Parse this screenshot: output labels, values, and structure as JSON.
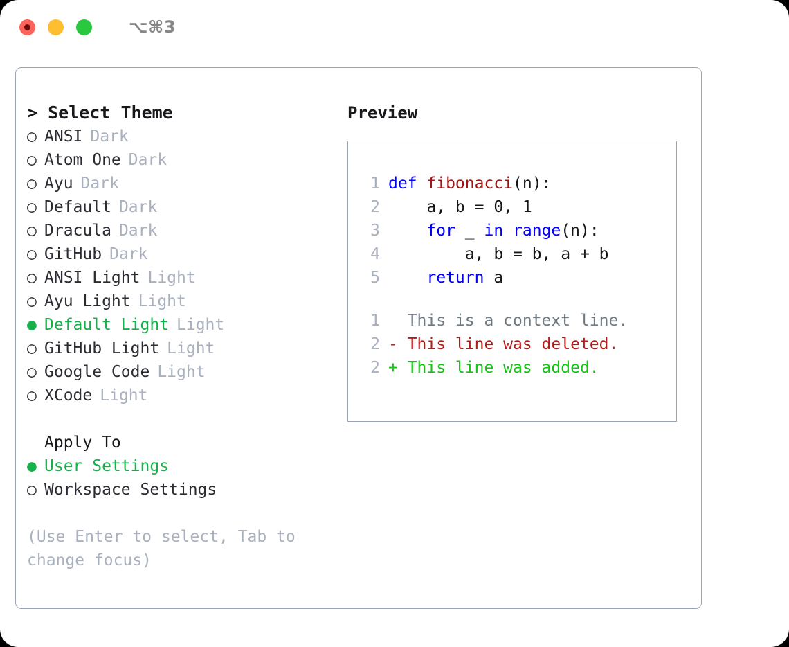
{
  "titlebar": {
    "shortcut": "⌥⌘3",
    "buttons": [
      {
        "name": "close",
        "color": "#ff625a"
      },
      {
        "name": "minimize",
        "color": "#ffbe2f"
      },
      {
        "name": "maximize",
        "color": "#29c83f"
      }
    ]
  },
  "colors": {
    "selected_green": "#16b14b",
    "muted_tag": "#a9b1bf",
    "text": "#2b2b33",
    "border": "#9aa4b3",
    "keyword_blue": "#0000ff",
    "function_red": "#a01616",
    "diff_added": "#14c314",
    "diff_deleted": "#b81919",
    "diff_context": "#707a82"
  },
  "left": {
    "heading": "> Select Theme",
    "themes": [
      {
        "bullet": "○",
        "label": "ANSI",
        "tag": "Dark",
        "selected": false
      },
      {
        "bullet": "○",
        "label": "Atom One",
        "tag": "Dark",
        "selected": false
      },
      {
        "bullet": "○",
        "label": "Ayu",
        "tag": "Dark",
        "selected": false
      },
      {
        "bullet": "○",
        "label": "Default",
        "tag": "Dark",
        "selected": false
      },
      {
        "bullet": "○",
        "label": "Dracula",
        "tag": "Dark",
        "selected": false
      },
      {
        "bullet": "○",
        "label": "GitHub",
        "tag": "Dark",
        "selected": false
      },
      {
        "bullet": "○",
        "label": "ANSI Light",
        "tag": "Light",
        "selected": false
      },
      {
        "bullet": "○",
        "label": "Ayu Light",
        "tag": "Light",
        "selected": false
      },
      {
        "bullet": "●",
        "label": "Default Light",
        "tag": "Light",
        "selected": true
      },
      {
        "bullet": "○",
        "label": "GitHub Light",
        "tag": "Light",
        "selected": false
      },
      {
        "bullet": "○",
        "label": "Google Code",
        "tag": "Light",
        "selected": false
      },
      {
        "bullet": "○",
        "label": "XCode",
        "tag": "Light",
        "selected": false
      }
    ],
    "apply_to": {
      "title": "Apply To",
      "options": [
        {
          "bullet": "●",
          "label": "User Settings",
          "selected": true
        },
        {
          "bullet": "○",
          "label": "Workspace Settings",
          "selected": false
        }
      ]
    },
    "hint": "(Use Enter to select, Tab to change focus)"
  },
  "right": {
    "title": "Preview",
    "code_lines": [
      {
        "lineno": "1",
        "tokens": [
          {
            "text": "def ",
            "type": "kw"
          },
          {
            "text": "fibonacci",
            "type": "fn"
          },
          {
            "text": "(n):",
            "type": "plain"
          }
        ]
      },
      {
        "lineno": "2",
        "tokens": [
          {
            "text": "    a, b = 0, 1",
            "type": "plain"
          }
        ]
      },
      {
        "lineno": "3",
        "tokens": [
          {
            "text": "    ",
            "type": "plain"
          },
          {
            "text": "for",
            "type": "kw"
          },
          {
            "text": " _ ",
            "type": "plain"
          },
          {
            "text": "in",
            "type": "kw"
          },
          {
            "text": " ",
            "type": "plain"
          },
          {
            "text": "range",
            "type": "kw"
          },
          {
            "text": "(n):",
            "type": "plain"
          }
        ]
      },
      {
        "lineno": "4",
        "tokens": [
          {
            "text": "        a, b = b, a + b",
            "type": "plain"
          }
        ]
      },
      {
        "lineno": "5",
        "tokens": [
          {
            "text": "    ",
            "type": "plain"
          },
          {
            "text": "return",
            "type": "kw"
          },
          {
            "text": " a",
            "type": "plain"
          }
        ]
      }
    ],
    "diff_lines": [
      {
        "lineno": "1",
        "text": "  This is a context line.",
        "type": "ctx"
      },
      {
        "lineno": "2",
        "text": "- This line was deleted.",
        "type": "del"
      },
      {
        "lineno": "2",
        "text": "+ This line was added.",
        "type": "add"
      }
    ]
  }
}
